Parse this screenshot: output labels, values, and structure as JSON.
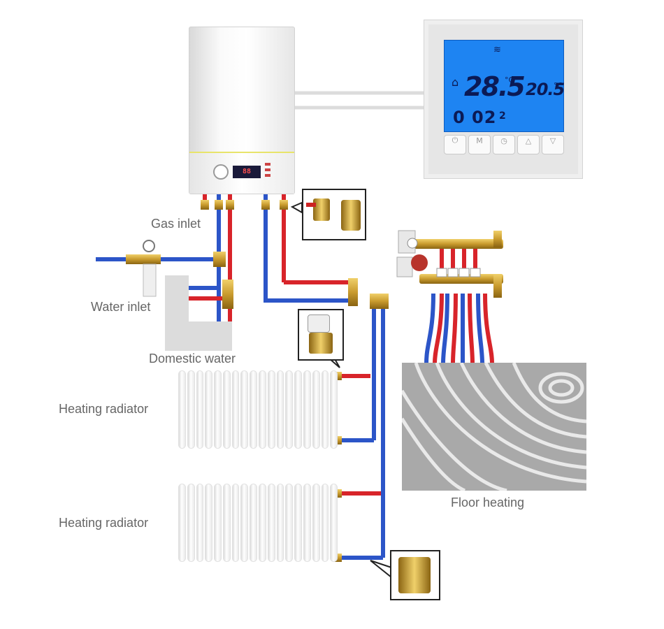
{
  "labels": {
    "gas_inlet": "Gas inlet",
    "water_inlet": "Water inlet",
    "domestic_water": "Domestic water",
    "heating_radiator_1": "Heating radiator",
    "heating_radiator_2": "Heating radiator",
    "floor_heating": "Floor heating"
  },
  "thermostat": {
    "room_temp": "28.5",
    "room_unit": "°C",
    "set_temp": "20.5",
    "set_unit": "°C",
    "time": "0 02",
    "program": "2",
    "buttons": [
      "⏻",
      "M",
      "◷",
      "△",
      "▽"
    ]
  },
  "boiler": {
    "display": "88"
  },
  "colors": {
    "hot_pipe": "#d8242a",
    "cold_pipe": "#2c55c8",
    "brass": "#c99b2e",
    "lcd": "#1e84f2",
    "label": "#666666"
  }
}
